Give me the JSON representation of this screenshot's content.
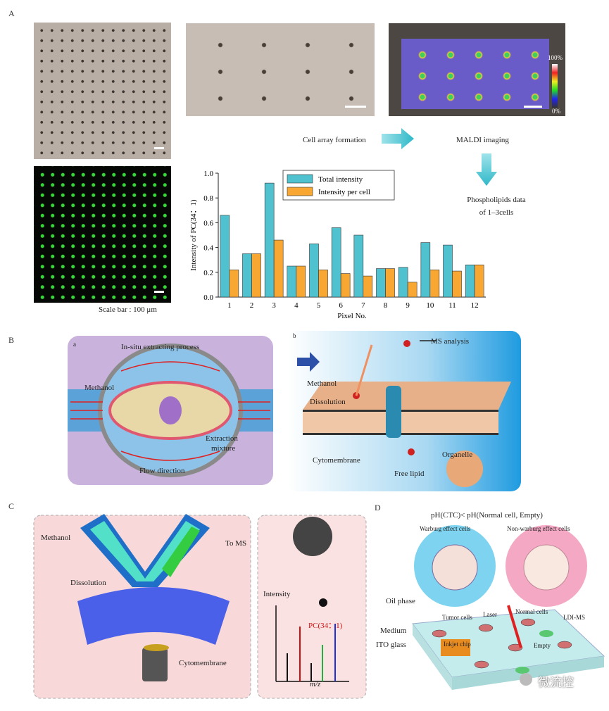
{
  "panels": {
    "A": "A",
    "B": "B",
    "C": "C",
    "D": "D"
  },
  "panel_a": {
    "scale_bar_text": "Scale bar : 100 μm",
    "cell_array_formation": "Cell array formation",
    "maldi_imaging": "MALDI imaging",
    "phospholipids_line1": "Phospholipids data",
    "phospholipids_line2": "of 1–3cells",
    "colorbar_top": "100%",
    "colorbar_bottom": "0%"
  },
  "chart_data": {
    "type": "bar",
    "categories": [
      "1",
      "2",
      "3",
      "4",
      "5",
      "6",
      "7",
      "8",
      "9",
      "10",
      "11",
      "12"
    ],
    "series": [
      {
        "name": "Total intensity",
        "color": "#4fc1cf",
        "values": [
          0.66,
          0.35,
          0.92,
          0.25,
          0.43,
          0.56,
          0.5,
          0.23,
          0.24,
          0.44,
          0.42,
          0.26
        ]
      },
      {
        "name": "Intensity per cell",
        "color": "#f8a733",
        "values": [
          0.22,
          0.35,
          0.46,
          0.25,
          0.22,
          0.19,
          0.17,
          0.23,
          0.12,
          0.22,
          0.21,
          0.26
        ]
      }
    ],
    "xlabel": "Pixel No.",
    "ylabel": "Intensity of PC(34：1)",
    "ylim": [
      0,
      1.0
    ],
    "yticks": [
      "0.0",
      "0.2",
      "0.4",
      "0.6",
      "0.8",
      "1.0"
    ]
  },
  "panel_b": {
    "sub_a": "a",
    "sub_b": "b",
    "in_situ": "In-situ extracting process",
    "methanol": "Methanol",
    "extraction1": "Extraction",
    "extraction2": "mixture",
    "flow_direction": "Flow direction",
    "ms_analysis": "MS analysis",
    "b_methanol": "Methanol",
    "dissolution": "Dissolution",
    "cytomembrane": "Cytomembrane",
    "free_lipid": "Free lipid",
    "organelle": "Organelle"
  },
  "panel_c": {
    "methanol": "Methanol",
    "to_ms": "To MS",
    "dissolution": "Dissolution",
    "cytomembrane": "Cytomembrane",
    "intensity": "Intensity",
    "pc_label": "PC(34：1)",
    "mz": "m/z"
  },
  "panel_d": {
    "title": "pH(CTC)< pH(Normal cell, Empty)",
    "warburg": "Warburg effect cells",
    "non_warburg": "Non-warburg effect cells",
    "oil_phase": "Oil phase",
    "medium": "Medium",
    "ito_glass": "ITO glass",
    "tumor_cells": "Tumor cells",
    "laser": "Laser",
    "normal_cells": "Normal cells",
    "empty": "Empty",
    "chip": "Inkjet chip",
    "ldi_ms": "LDI-MS",
    "watermark": "微流控"
  }
}
